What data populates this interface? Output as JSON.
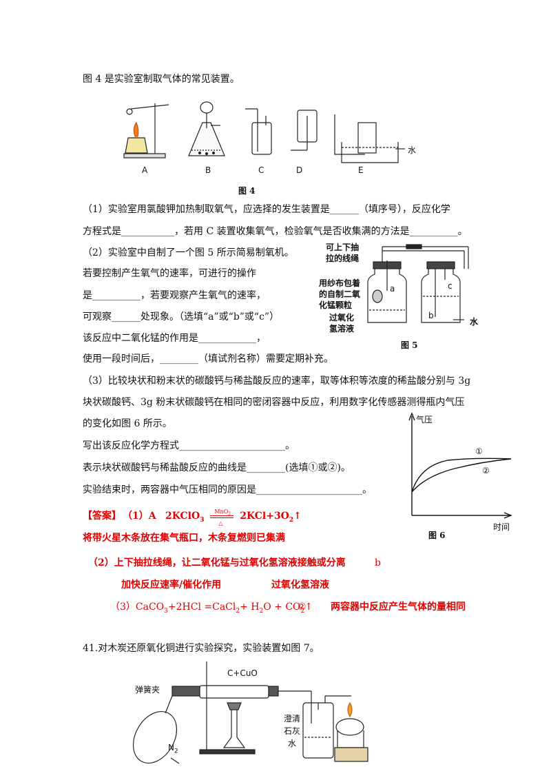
{
  "intro": "图 4 是实验室制取气体的常见装置。",
  "fig4": {
    "labels": [
      "A",
      "B",
      "C",
      "D",
      "E"
    ],
    "water": "水",
    "caption": "图 4"
  },
  "q1": {
    "line1": "（1）实验室用氯酸钾加热制取氧气，应选择的发生装置是______（填序号），反应化学",
    "line2": "方程式是___________，若用 C 装置收集氧气，检验氧气是否收集满的方法是__________。"
  },
  "q2": {
    "line1": "（2）实验室中自制了一个图 5 所示简易制氧机。",
    "line2": "若要控制产生氧气的速率，可进行的操作",
    "line3": "是__________，若要观察产生氧气的速率，",
    "line4": "可观察______处现象。（选填“a”或“b”或“c”）",
    "line5": "该反应中二氧化锰的作用是____________，",
    "line6": "使用一段时间后，________（填试剂名称）需要定期补充。"
  },
  "fig5": {
    "label_rope": [
      "可上下抽",
      "拉的线绳"
    ],
    "label_gauze": [
      "用纱布包着",
      "的自制二氧",
      "化锰颗粒"
    ],
    "label_h2o2": [
      "过氧化",
      "氢溶液"
    ],
    "label_water": "水",
    "marks": [
      "a",
      "b",
      "c"
    ],
    "caption": "图 5"
  },
  "q3": {
    "line1": "（3）比较块状和粉末状的碳酸钙与稀盐酸反应的速率，取等体积等浓度的稀盐酸分别与 3g",
    "line2": "块状碳酸钙、3g 粉末状碳酸钙在相同的密闭容器中反应，利用数字化传感器测得瓶内气压",
    "line3": "的变化如图 6 所示。",
    "line4": "写出该反应化学方程式______________________。",
    "line5": "表示块状碳酸钙与稀盐酸反应的曲线是________(选填①或②)。",
    "line6": "实验结束时，两容器中气压相同的原因是______________________。"
  },
  "fig6": {
    "ylabel": "气压",
    "xlabel": "时间",
    "curve1": "①",
    "curve2": "②",
    "caption": "图 6"
  },
  "answer": {
    "tag": "【答案】",
    "a1": "（1）A",
    "eq_left": "2KClO",
    "eq_sub": "3",
    "catalyst": "MnO",
    "catalyst_sub": "2",
    "heat": "△",
    "eq_right": "2KCl+3O",
    "eq_right_sub": "2",
    "arrow": "↑",
    "a1_check": "将带火星木条放在集气瓶口，木条复燃则已集满",
    "a2_op": "（2）上下抽拉线绳，让二氧化锰与过氧化氢溶液接触或分离",
    "a2_b": "b",
    "a2_role": "加快反应速率/催化作用",
    "a2_reagent": "过氧化氢溶液",
    "a3_pre": "（3）CaCO",
    "a3_s1": "3",
    "a3_mid": "+2HCl =CaCl",
    "a3_s2": "2",
    "a3_mid2": "+ H",
    "a3_s3": "2",
    "a3_mid3": "O + CO",
    "a3_s4": "2",
    "a3_arrow": "↑",
    "a3_curve": "②",
    "a3_reason": "两容器中反应产生气体的量相同"
  },
  "q41": {
    "text": "41.对木炭还原氧化铜进行实验探究，实验装置如图 7。",
    "label_cuo": "C+CuO",
    "label_clip": "弹簧夹",
    "label_n2": "N",
    "label_n2_sub": "2",
    "label_lime": [
      "澄清",
      "石灰",
      "水"
    ]
  }
}
